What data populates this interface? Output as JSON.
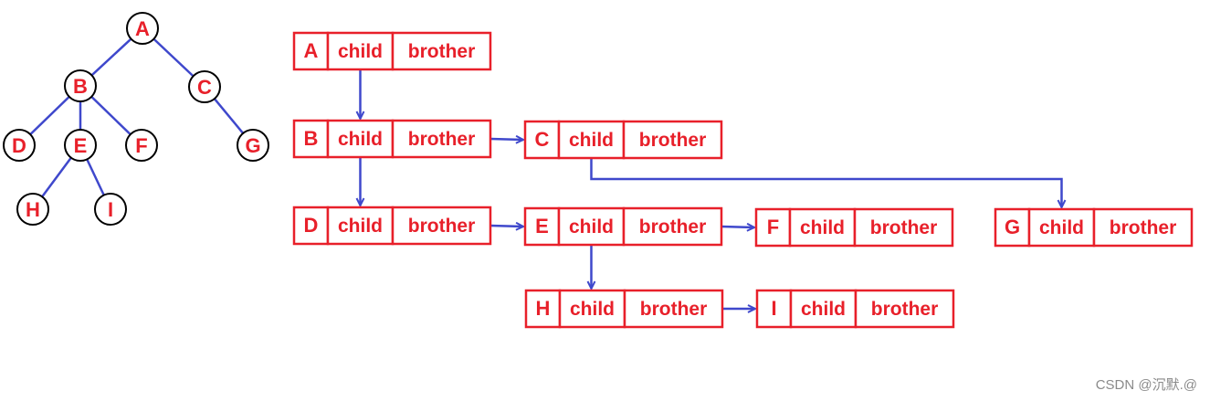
{
  "colors": {
    "node_stroke": "#000000",
    "node_label": "#e8202a",
    "edge": "#3f48cc",
    "box_stroke": "#e8202a",
    "box_text": "#e8202a",
    "watermark": "#8a8a8a"
  },
  "tree": {
    "nodes": [
      "A",
      "B",
      "C",
      "D",
      "E",
      "F",
      "G",
      "H",
      "I"
    ],
    "edges": [
      [
        "A",
        "B"
      ],
      [
        "A",
        "C"
      ],
      [
        "B",
        "D"
      ],
      [
        "B",
        "E"
      ],
      [
        "B",
        "F"
      ],
      [
        "C",
        "G"
      ],
      [
        "E",
        "H"
      ],
      [
        "E",
        "I"
      ]
    ]
  },
  "records": [
    {
      "key": "A",
      "child": "child",
      "brother": "brother"
    },
    {
      "key": "B",
      "child": "child",
      "brother": "brother"
    },
    {
      "key": "C",
      "child": "child",
      "brother": "brother"
    },
    {
      "key": "D",
      "child": "child",
      "brother": "brother"
    },
    {
      "key": "E",
      "child": "child",
      "brother": "brother"
    },
    {
      "key": "F",
      "child": "child",
      "brother": "brother"
    },
    {
      "key": "G",
      "child": "child",
      "brother": "brother"
    },
    {
      "key": "H",
      "child": "child",
      "brother": "brother"
    },
    {
      "key": "I",
      "child": "child",
      "brother": "brother"
    }
  ],
  "links": [
    {
      "from": "A",
      "to": "B",
      "kind": "child"
    },
    {
      "from": "B",
      "to": "D",
      "kind": "child"
    },
    {
      "from": "B",
      "to": "C",
      "kind": "brother"
    },
    {
      "from": "C",
      "to": "G",
      "kind": "child"
    },
    {
      "from": "D",
      "to": "E",
      "kind": "brother"
    },
    {
      "from": "E",
      "to": "F",
      "kind": "brother"
    },
    {
      "from": "E",
      "to": "H",
      "kind": "child"
    },
    {
      "from": "H",
      "to": "I",
      "kind": "brother"
    }
  ],
  "watermark": "CSDN @沉默.@"
}
